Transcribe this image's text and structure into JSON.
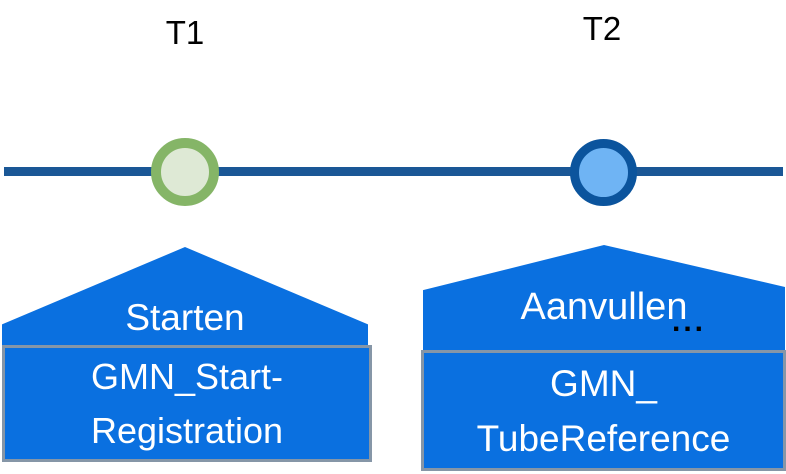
{
  "diagram": {
    "type": "timeline",
    "background_color": "#ffffff",
    "timeline": {
      "color": "#1a5796"
    },
    "milestones": [
      {
        "id": "T1",
        "label": "T1",
        "marker": {
          "fill_color": "#dee9d5",
          "border_color": "#85b567"
        },
        "action": {
          "label": "Starten",
          "shape": "pentagon-up",
          "fill_color": "#0a70e0",
          "text_color": "#ffffff"
        },
        "message": {
          "line1": "GMN_Start-",
          "line2": "Registration",
          "fill_color": "#0a70e0",
          "border_color": "#8696a7",
          "text_color": "#ffffff"
        }
      },
      {
        "id": "T2",
        "label": "T2",
        "marker": {
          "fill_color": "#6fb4f4",
          "border_color": "#0b549d"
        },
        "action": {
          "label": "Aanvullen",
          "ellipsis": "...",
          "shape": "pentagon-up",
          "fill_color": "#0a70e0",
          "text_color": "#ffffff"
        },
        "message": {
          "line1": "GMN_",
          "line2": "TubeReference",
          "fill_color": "#0a70e0",
          "border_color": "#8696a7",
          "text_color": "#ffffff"
        }
      }
    ]
  }
}
